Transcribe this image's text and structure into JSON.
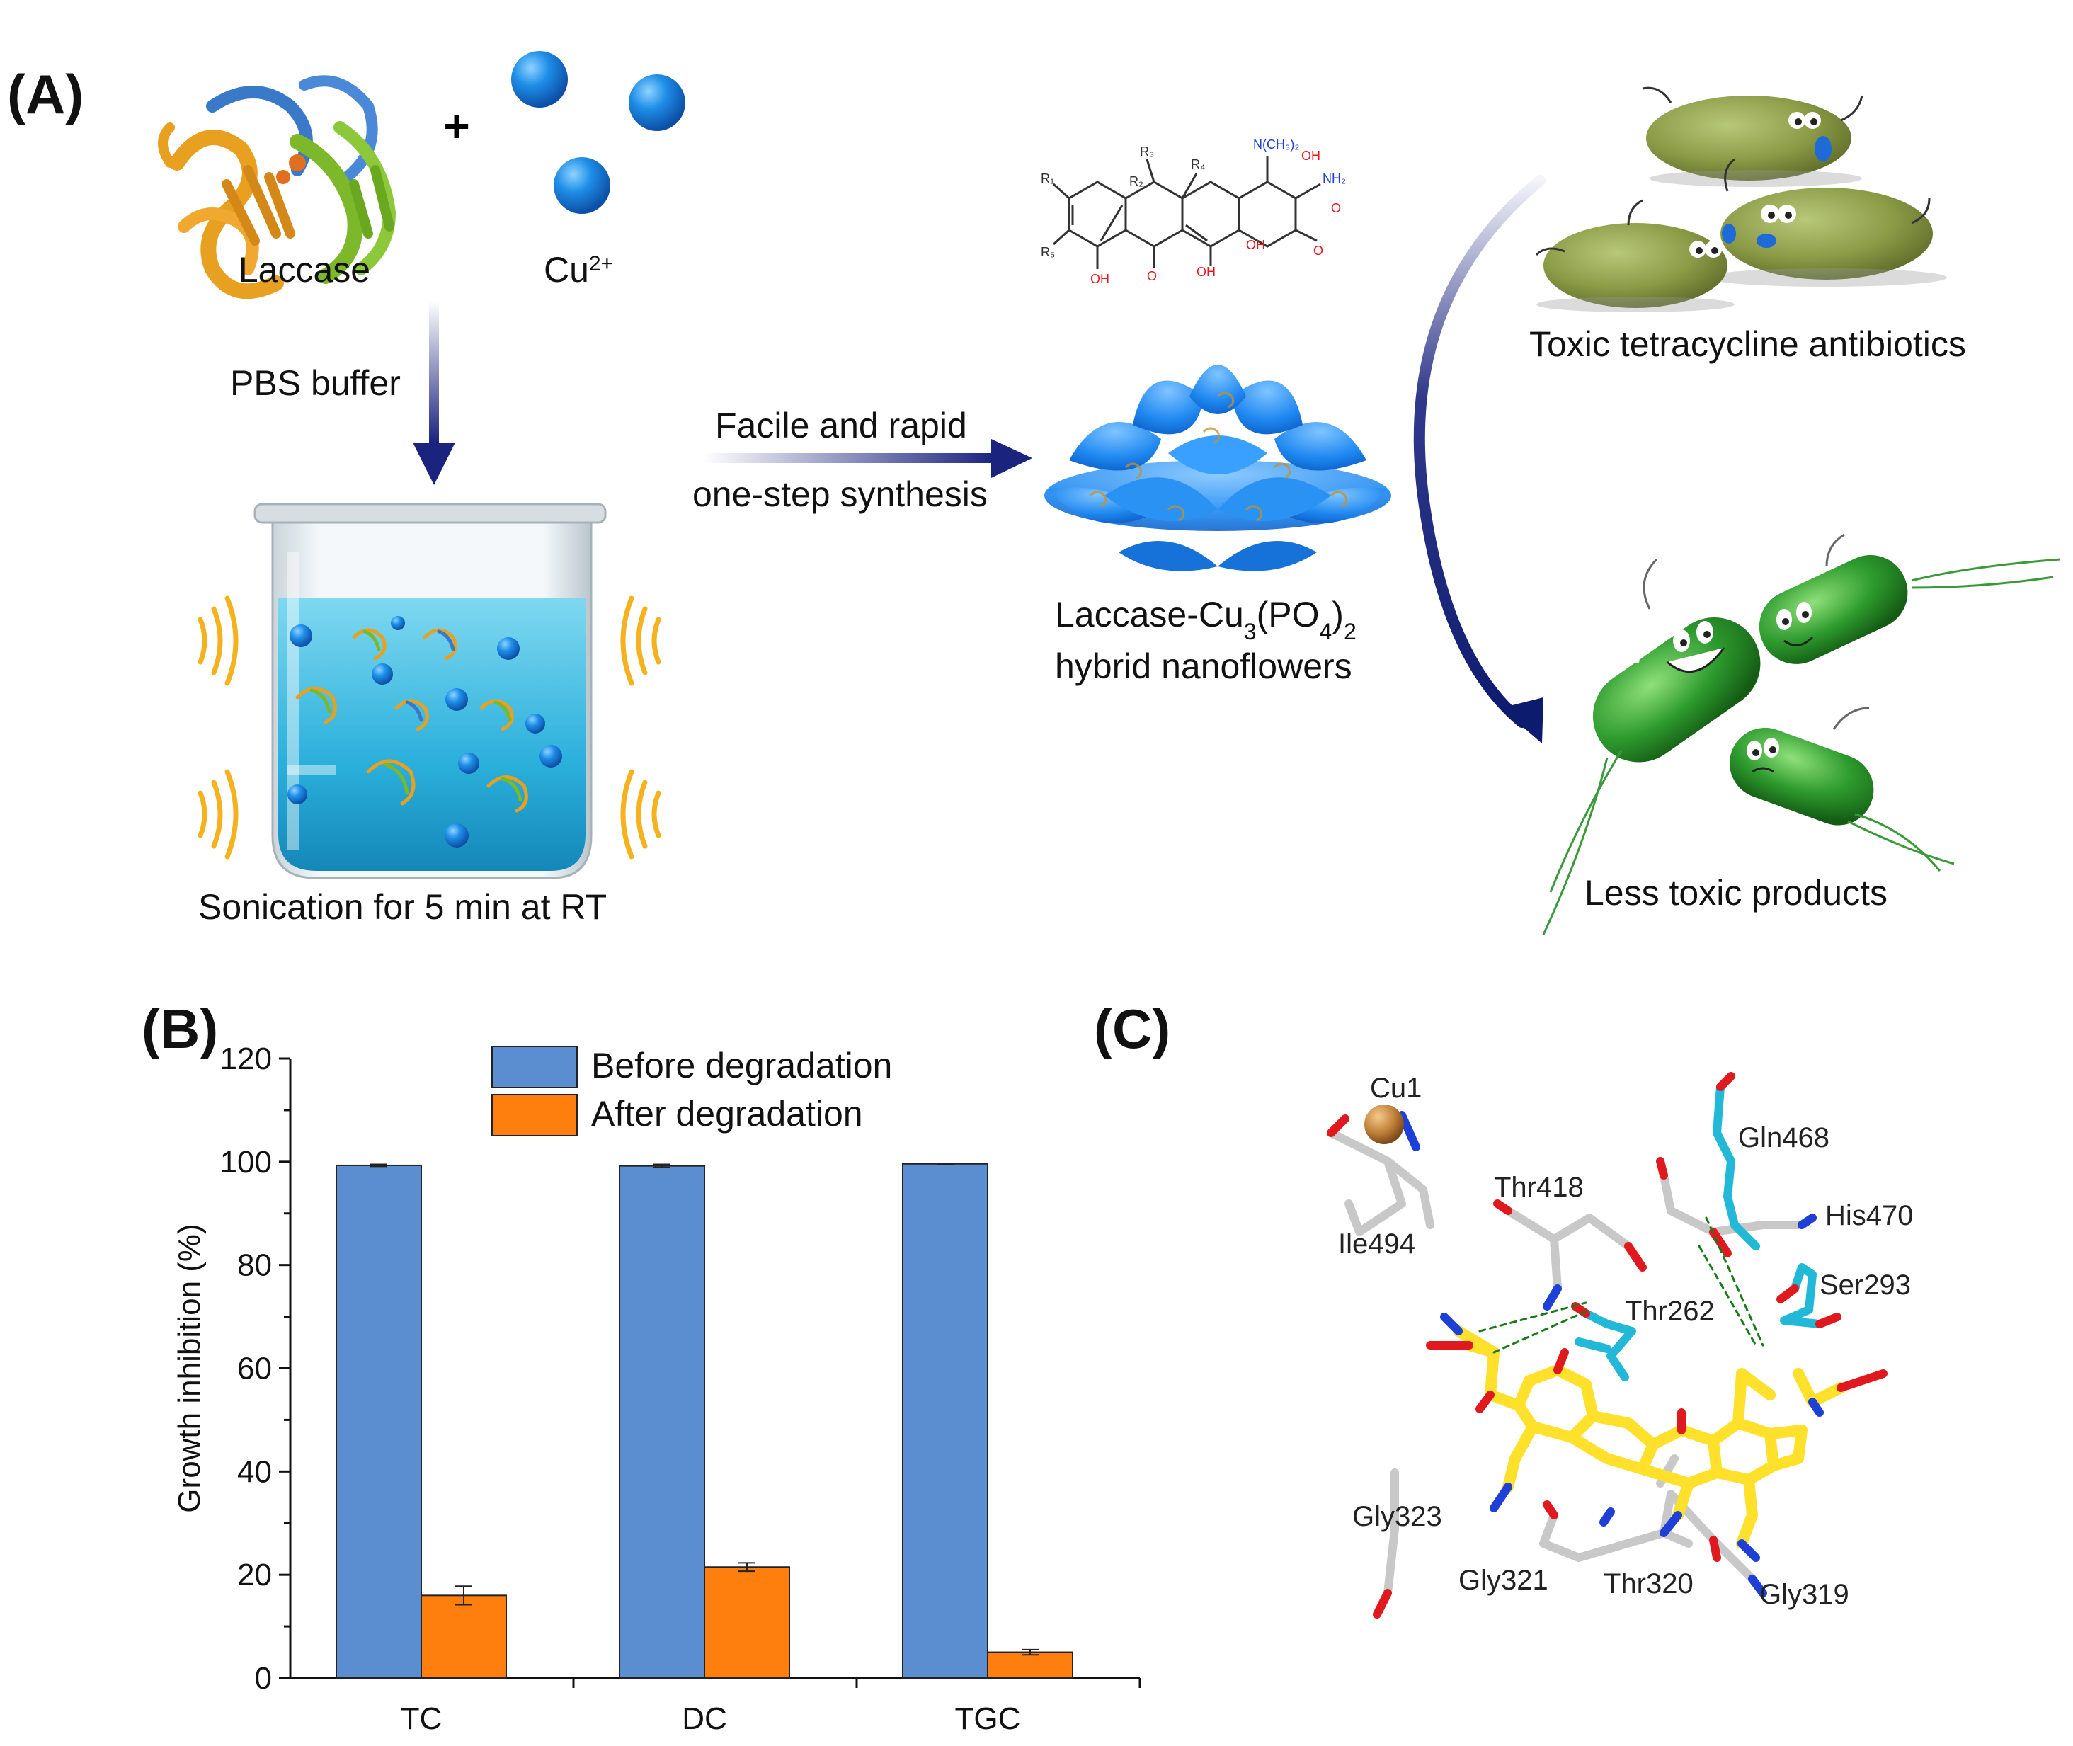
{
  "panelA": {
    "label": "(A)",
    "laccase": "Laccase",
    "plus": "+",
    "cu_base": "Cu",
    "cu_sup": "2+",
    "pbs": "PBS buffer",
    "arrow_line1": "Facile and rapid",
    "arrow_line2": "one-step synthesis",
    "sonication": "Sonication for 5 min at RT",
    "nanoflower_base": "Laccase-Cu",
    "nanoflower_sub1": "3",
    "nanoflower_mid": "(PO",
    "nanoflower_sub2": "4",
    "nanoflower_end": ")",
    "nanoflower_sub3": "2",
    "nanoflower_line2": "hybrid nanoflowers",
    "toxic": "Toxic tetracycline antibiotics",
    "less_toxic": "Less toxic products",
    "chem_labels": {
      "nme2": "N(CH₃)₂",
      "oh1": "OH",
      "nh2": "NH₂",
      "r4": "R₄",
      "r3": "R₃",
      "r2": "R₂",
      "r1": "R₁",
      "r5": "R₅",
      "oh2": "OH",
      "oh3": "OH",
      "oh4": "OH",
      "o1": "O",
      "o2": "O",
      "o3": "O"
    },
    "colors": {
      "arrow": "#1a237e",
      "sphere": "#1e88e5",
      "flower": "#1e88f0"
    }
  },
  "panelB": {
    "label": "(B)",
    "chart_data": {
      "type": "bar",
      "categories": [
        "TC",
        "DC",
        "TGC"
      ],
      "series": [
        {
          "name": "Before degradation",
          "values": [
            99.3,
            99.2,
            99.6
          ],
          "errors": [
            0.2,
            0.3,
            0.1
          ],
          "color": "#5b8ed0"
        },
        {
          "name": "After degradation",
          "values": [
            16.0,
            21.5,
            5.0
          ],
          "errors": [
            1.8,
            0.8,
            0.5
          ],
          "color": "#ff7f0e"
        }
      ],
      "ylabel": "Growth inhibition (%)",
      "ylim": [
        0,
        120
      ],
      "yticks": [
        0,
        20,
        40,
        60,
        80,
        100,
        120
      ],
      "yticklabels": [
        "0",
        "20",
        "40",
        "60",
        "80",
        "100",
        "120"
      ],
      "grid": false,
      "legend": "top-center"
    }
  },
  "panelC": {
    "label": "(C)",
    "residues": [
      "Cu1",
      "Ile494",
      "Thr418",
      "Gln468",
      "His470",
      "Ser293",
      "Thr262",
      "Gly323",
      "Gly321",
      "Thr320",
      "Gly319"
    ],
    "colors": {
      "ligand": "#ffe02a",
      "residue": "#d0d0d0",
      "cyan": "#22b8d8",
      "oxygen": "#e0191f",
      "nitrogen": "#1e40d6",
      "copper": "#b87333"
    }
  }
}
